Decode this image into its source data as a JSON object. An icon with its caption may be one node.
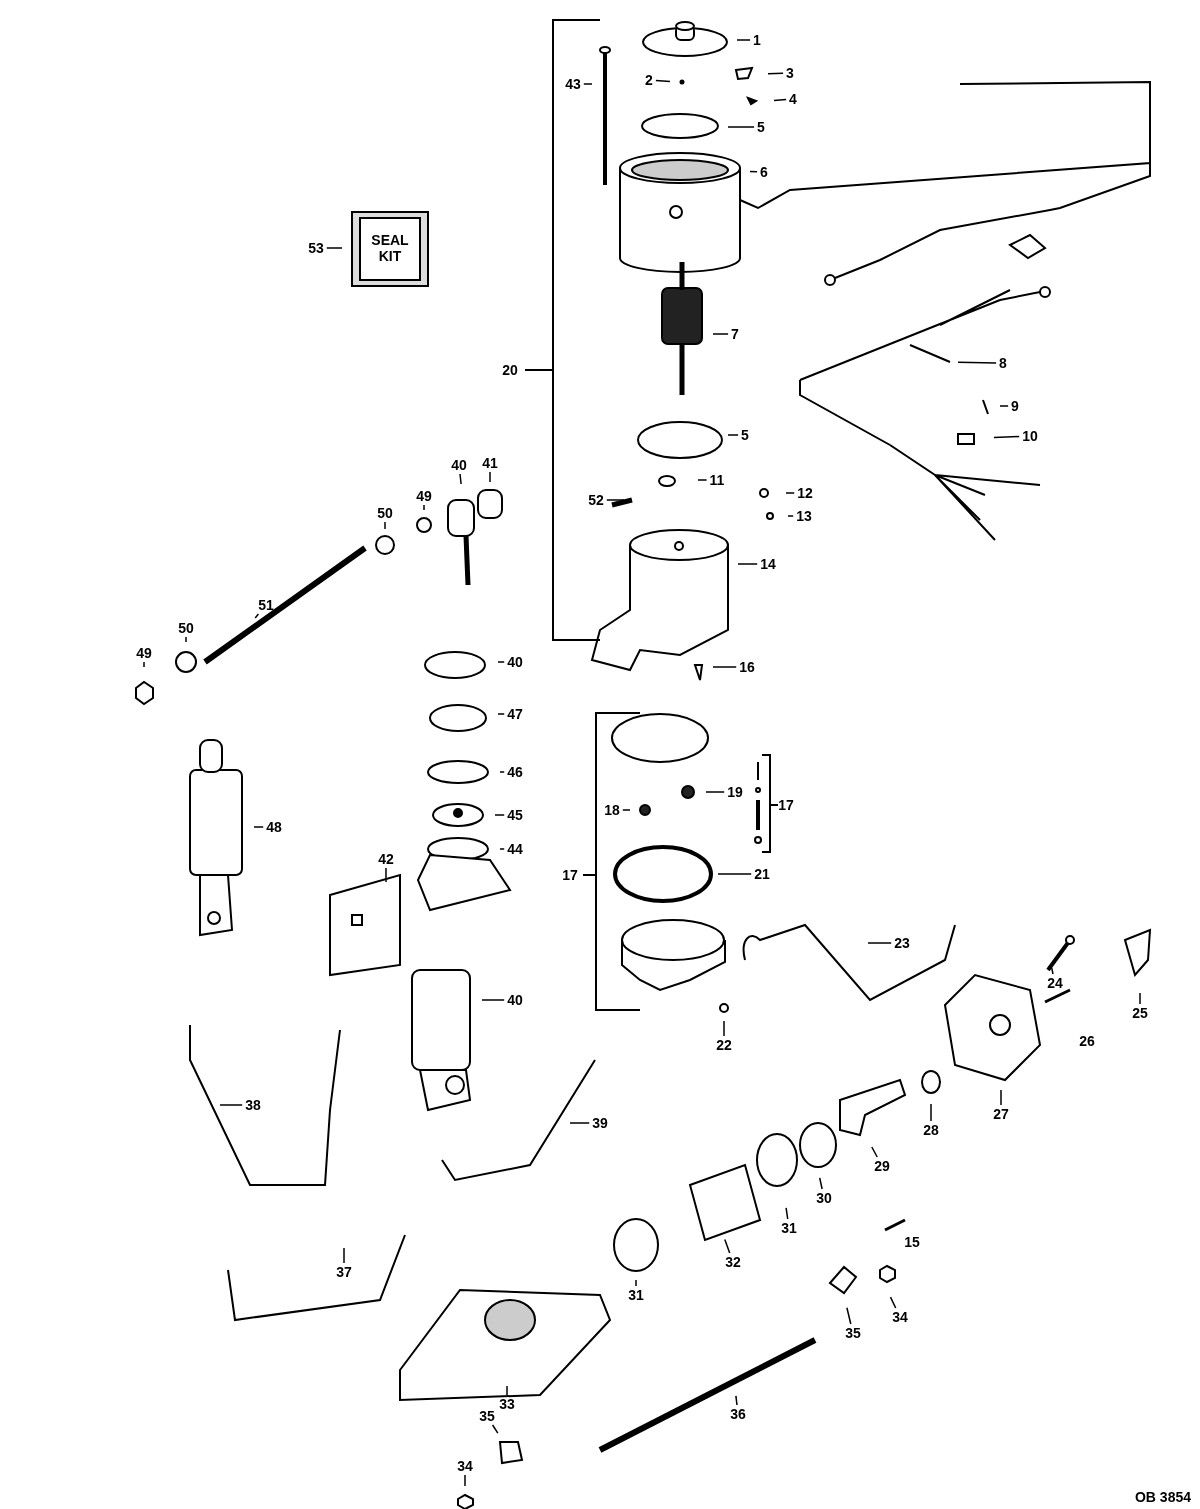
{
  "diagram": {
    "nodes": [
      {
        "text": [
          "1"
        ]
      },
      {
        "text": [
          "2"
        ]
      },
      {
        "text": [
          "3"
        ]
      },
      {
        "text": [
          "4"
        ]
      },
      {
        "text": [
          "43"
        ]
      },
      {
        "text": [
          "5"
        ]
      },
      {
        "text": [
          "6"
        ]
      },
      {
        "text": [
          "53"
        ]
      },
      {
        "text": [
          "7"
        ]
      },
      {
        "text": [
          "8"
        ]
      },
      {
        "text": [
          "9"
        ]
      },
      {
        "text": [
          "10"
        ]
      },
      {
        "text": [
          "5"
        ]
      },
      {
        "text": [
          "11"
        ]
      },
      {
        "text": [
          "41"
        ]
      },
      {
        "text": [
          "40"
        ]
      },
      {
        "text": [
          "49"
        ]
      },
      {
        "text": [
          "50"
        ]
      },
      {
        "text": [
          "52"
        ]
      },
      {
        "text": [
          "12"
        ]
      },
      {
        "text": [
          "13"
        ]
      },
      {
        "text": [
          "14"
        ]
      },
      {
        "text": [
          "51"
        ]
      },
      {
        "text": [
          "50"
        ]
      },
      {
        "text": [
          "49"
        ]
      },
      {
        "text": [
          "40"
        ]
      },
      {
        "text": [
          "16"
        ]
      },
      {
        "text": [
          "47"
        ]
      },
      {
        "text": [
          "46"
        ]
      },
      {
        "text": [
          "19"
        ]
      },
      {
        "text": [
          "18"
        ]
      },
      {
        "text": [
          "48"
        ]
      },
      {
        "text": [
          "45"
        ]
      },
      {
        "text": [
          "44"
        ]
      },
      {
        "text": [
          "21"
        ]
      },
      {
        "text": [
          "42"
        ]
      },
      {
        "text": [
          "23"
        ]
      },
      {
        "text": [
          "40"
        ]
      },
      {
        "text": [
          "24"
        ]
      },
      {
        "text": [
          "25"
        ]
      },
      {
        "text": [
          "22"
        ]
      },
      {
        "text": [
          "38"
        ]
      },
      {
        "text": [
          "27"
        ]
      },
      {
        "text": [
          "39"
        ]
      },
      {
        "text": [
          "28"
        ]
      },
      {
        "text": [
          "29"
        ]
      },
      {
        "text": [
          "30"
        ]
      },
      {
        "text": [
          "31"
        ]
      },
      {
        "text": [
          "15"
        ]
      },
      {
        "text": [
          "37"
        ]
      },
      {
        "text": [
          "31"
        ]
      },
      {
        "text": [
          "32"
        ]
      },
      {
        "text": [
          "34"
        ]
      },
      {
        "text": [
          "35"
        ]
      },
      {
        "text": [
          "33"
        ]
      },
      {
        "text": [
          "36"
        ]
      },
      {
        "text": [
          "35"
        ]
      },
      {
        "text": [
          "34"
        ]
      }
    ],
    "edges": [
      {
        "from": 0,
        "to": null,
        "arrow": "none"
      },
      {
        "from": 1,
        "to": null,
        "arrow": "none"
      },
      {
        "from": 2,
        "to": null,
        "arrow": "none"
      },
      {
        "from": 3,
        "to": null,
        "arrow": "none"
      },
      {
        "from": 4,
        "to": null,
        "arrow": "none"
      },
      {
        "from": 5,
        "to": null,
        "arrow": "none"
      },
      {
        "from": 6,
        "to": null,
        "arrow": "none"
      },
      {
        "from": 7,
        "to": null,
        "arrow": "none"
      },
      {
        "from": 8,
        "to": null,
        "arrow": "none"
      },
      {
        "from": 9,
        "to": null,
        "arrow": "none"
      },
      {
        "from": 10,
        "to": null,
        "arrow": "none"
      },
      {
        "from": 11,
        "to": null,
        "arrow": "none"
      },
      {
        "from": 12,
        "to": null,
        "arrow": "none"
      },
      {
        "from": 13,
        "to": null,
        "arrow": "none"
      },
      {
        "from": 14,
        "to": null,
        "arrow": "none"
      },
      {
        "from": 15,
        "to": null,
        "arrow": "none"
      },
      {
        "from": 16,
        "to": null,
        "arrow": "none"
      },
      {
        "from": 17,
        "to": null,
        "arrow": "none"
      },
      {
        "from": 18,
        "to": null,
        "arrow": "none"
      },
      {
        "from": 19,
        "to": null,
        "arrow": "none"
      },
      {
        "from": 20,
        "to": null,
        "arrow": "none"
      },
      {
        "from": 21,
        "to": null,
        "arrow": "none"
      },
      {
        "from": 22,
        "to": null,
        "arrow": "none"
      },
      {
        "from": 23,
        "to": null,
        "arrow": "none"
      },
      {
        "from": 24,
        "to": null,
        "arrow": "none"
      },
      {
        "from": 25,
        "to": null,
        "arrow": "none"
      },
      {
        "from": 26,
        "to": null,
        "arrow": "none"
      },
      {
        "from": 27,
        "to": null,
        "arrow": "none"
      },
      {
        "from": 28,
        "to": null,
        "arrow": "none"
      },
      {
        "from": 29,
        "to": null,
        "arrow": "none"
      },
      {
        "from": 30,
        "to": null,
        "arrow": "none"
      },
      {
        "from": 31,
        "to": null,
        "arrow": "none"
      },
      {
        "from": 32,
        "to": null,
        "arrow": "none"
      },
      {
        "from": 33,
        "to": null,
        "arrow": "none"
      },
      {
        "from": 34,
        "to": null,
        "arrow": "none"
      },
      {
        "from": 35,
        "to": null,
        "arrow": "none"
      },
      {
        "from": 36,
        "to": null,
        "arrow": "none"
      },
      {
        "from": 37,
        "to": null,
        "arrow": "none"
      },
      {
        "from": 38,
        "to": null,
        "arrow": "none"
      },
      {
        "from": 39,
        "to": null,
        "arrow": "none"
      },
      {
        "from": 40,
        "to": null,
        "arrow": "none"
      },
      {
        "from": 41,
        "to": null,
        "arrow": "none"
      },
      {
        "from": 42,
        "to": null,
        "arrow": "none"
      },
      {
        "from": 43,
        "to": null,
        "arrow": "none"
      },
      {
        "from": 44,
        "to": null,
        "arrow": "none"
      },
      {
        "from": 45,
        "to": null,
        "arrow": "none"
      },
      {
        "from": 46,
        "to": null,
        "arrow": "none"
      },
      {
        "from": 47,
        "to": null,
        "arrow": "none"
      },
      {
        "from": 48,
        "to": null,
        "arrow": "none"
      },
      {
        "from": 49,
        "to": null,
        "arrow": "none"
      },
      {
        "from": 50,
        "to": null,
        "arrow": "none"
      },
      {
        "from": 51,
        "to": null,
        "arrow": "none"
      },
      {
        "from": 52,
        "to": null,
        "arrow": "none"
      },
      {
        "from": 53,
        "to": null,
        "arrow": "none"
      },
      {
        "from": 54,
        "to": null,
        "arrow": "none"
      },
      {
        "from": 55,
        "to": null,
        "arrow": "none"
      },
      {
        "from": 56,
        "to": null,
        "arrow": "none"
      },
      {
        "from": 57,
        "to": null,
        "arrow": "none"
      }
    ],
    "labels": [
      "20",
      "SEAL KIT",
      "17",
      "17",
      "26",
      "OB 3854"
    ]
  }
}
